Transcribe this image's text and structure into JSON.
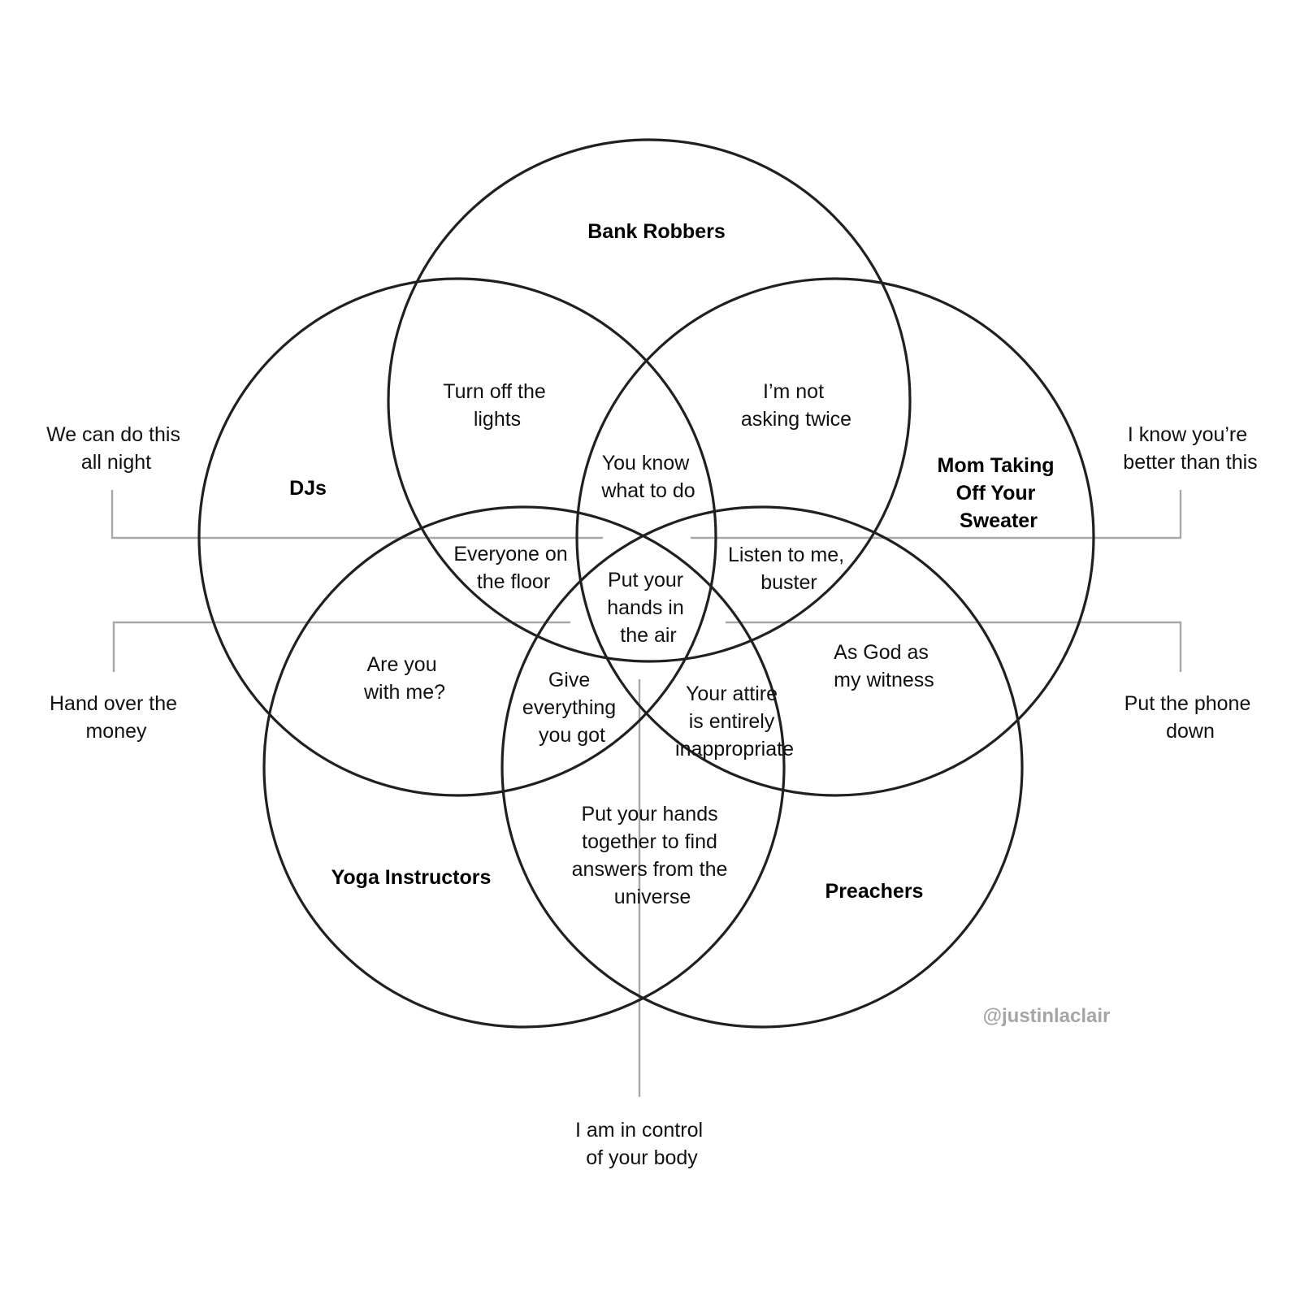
{
  "diagram": {
    "type": "5-set venn diagram",
    "sets": [
      {
        "id": "bank-robbers",
        "label": [
          "Bank Robbers"
        ]
      },
      {
        "id": "djs",
        "label": [
          "DJs"
        ]
      },
      {
        "id": "mom",
        "label": [
          "Mom Taking",
          "Off Your",
          "Sweater"
        ]
      },
      {
        "id": "yoga",
        "label": [
          "Yoga Instructors"
        ]
      },
      {
        "id": "preachers",
        "label": [
          "Preachers"
        ]
      }
    ],
    "regions": [
      {
        "id": "djs-bank",
        "lines": [
          "Turn off the",
          "lights"
        ]
      },
      {
        "id": "bank-mom",
        "lines": [
          "I’m not",
          "asking twice"
        ]
      },
      {
        "id": "center-top",
        "lines": [
          "You know",
          "what to do"
        ]
      },
      {
        "id": "djs-yoga-bank",
        "lines": [
          "Everyone on",
          "the floor"
        ]
      },
      {
        "id": "center",
        "lines": [
          "Put your",
          "hands in",
          "the air"
        ]
      },
      {
        "id": "mom-preachers-bank",
        "lines": [
          "Listen to me,",
          "buster"
        ]
      },
      {
        "id": "djs-yoga",
        "lines": [
          "Are you",
          "with me?"
        ]
      },
      {
        "id": "yoga-djs-preachers",
        "lines": [
          "Give",
          "everything",
          "you got"
        ]
      },
      {
        "id": "preachers-mom-yoga",
        "lines": [
          "Your attire",
          "is entirely",
          "inappropriate"
        ]
      },
      {
        "id": "mom-preachers",
        "lines": [
          "As God as",
          "my witness"
        ]
      },
      {
        "id": "yoga-preachers",
        "lines": [
          "Put your hands",
          "together to find",
          "answers from the",
          "universe"
        ]
      }
    ],
    "callouts": [
      {
        "id": "djs-only",
        "lines": [
          "We can do this",
          "all night"
        ]
      },
      {
        "id": "mom-only",
        "lines": [
          "I know you’re",
          "better than this"
        ]
      },
      {
        "id": "bank-only",
        "lines": [
          "Hand over the",
          "money"
        ]
      },
      {
        "id": "preachers-only",
        "lines": [
          "Put the phone",
          "down"
        ]
      },
      {
        "id": "yoga-only",
        "lines": [
          "I am in control",
          "of your body"
        ]
      }
    ],
    "watermark": "@justinlaclair"
  }
}
